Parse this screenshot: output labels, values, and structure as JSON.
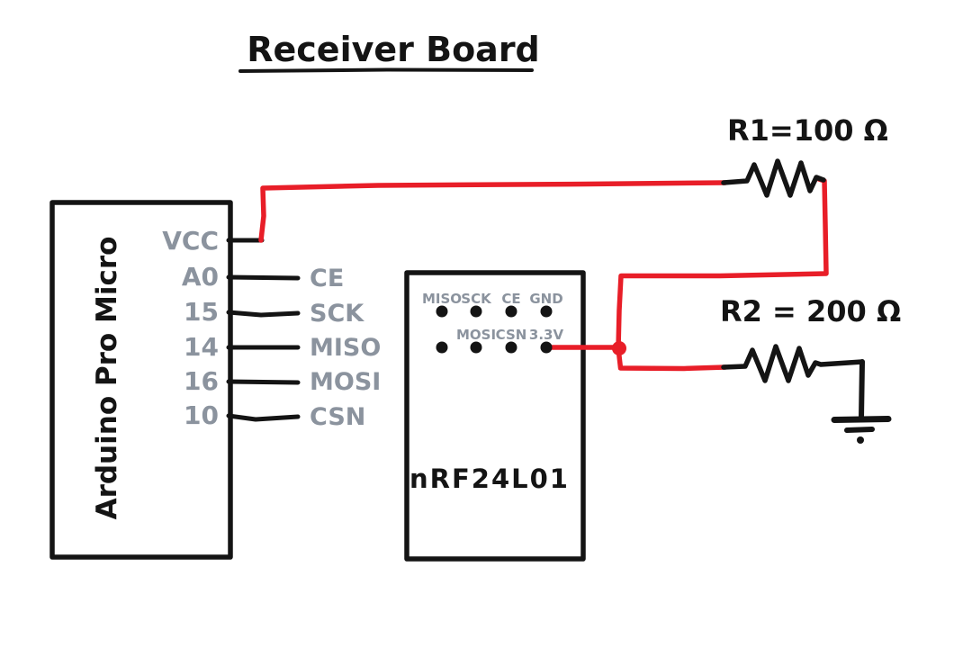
{
  "title": "Receiver Board",
  "colors": {
    "wire_red": "#e81e28",
    "pin_label_gray": "#8b939e",
    "ink_black": "#141414"
  },
  "arduino": {
    "name": "Arduino Pro Micro",
    "pins": [
      {
        "inner": "VCC",
        "outer": ""
      },
      {
        "inner": "A0",
        "outer": "CE"
      },
      {
        "inner": "15",
        "outer": "SCK"
      },
      {
        "inner": "14",
        "outer": "MISO"
      },
      {
        "inner": "16",
        "outer": "MOSI"
      },
      {
        "inner": "10",
        "outer": "CSN"
      }
    ]
  },
  "nrf": {
    "name": "nRF24L01",
    "top_pins": [
      "MISO",
      "SCK",
      "CE",
      "GND"
    ],
    "bottom_pins": [
      "MOSI",
      "CSN",
      "3.3V"
    ]
  },
  "resistors": {
    "r1": "R1=100 Ω",
    "r2": "R2 = 200 Ω"
  }
}
